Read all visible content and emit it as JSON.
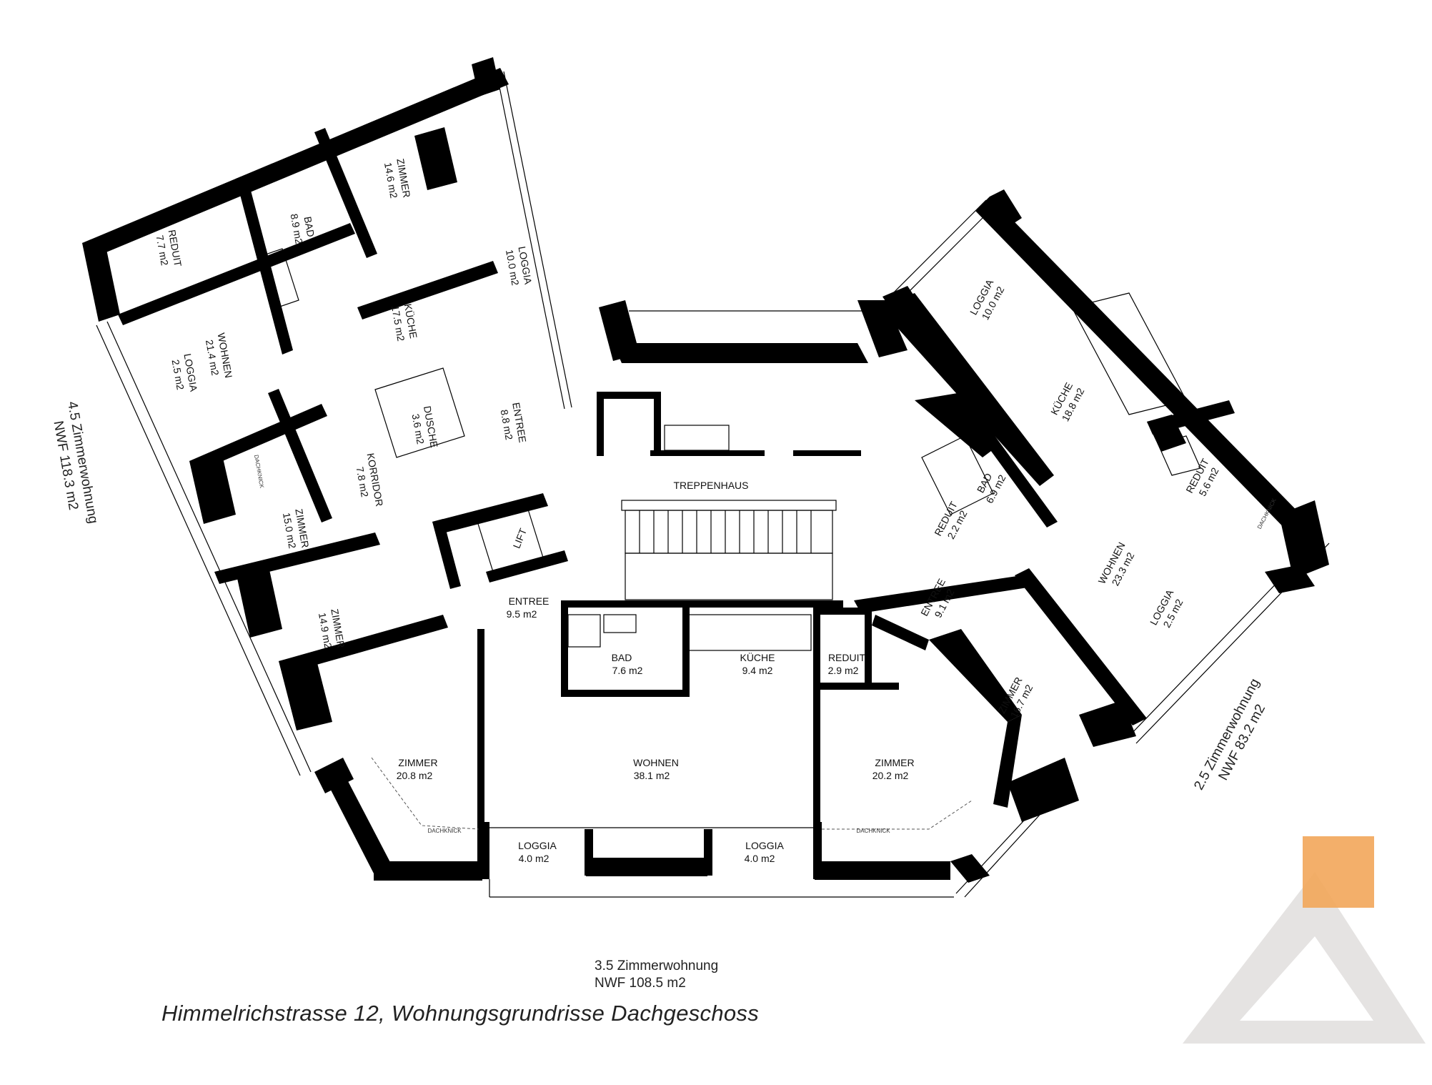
{
  "caption": "Himmelrichstrasse 12, Wohnungsgrundrisse Dachgeschoss",
  "colors": {
    "wall": "#000000",
    "logo_orange": "#F2A65A",
    "logo_grey": "#E5E3E2"
  },
  "units": {
    "left": {
      "name": "4.5 Zimmerwohnung",
      "area": "NWF 118.3 m2"
    },
    "center": {
      "name": "3.5 Zimmerwohnung",
      "area": "NWF 108.5 m2"
    },
    "right": {
      "name": "2.5 Zimmerwohnung",
      "area": "NWF 83.2 m2"
    }
  },
  "rooms": {
    "l_reduit": {
      "name": "REDUIT",
      "area": "7.7 m2"
    },
    "l_bad": {
      "name": "BAD",
      "area": "8.9 m2"
    },
    "l_zimmer1": {
      "name": "ZIMMER",
      "area": "14.6 m2"
    },
    "l_loggia1": {
      "name": "LOGGIA",
      "area": "10.0 m2"
    },
    "l_kueche": {
      "name": "KÜCHE",
      "area": "17.5 m2"
    },
    "l_wohnen": {
      "name": "WOHNEN",
      "area": "21.4 m2"
    },
    "l_loggia2": {
      "name": "LOGGIA",
      "area": "2.5 m2"
    },
    "l_dusche": {
      "name": "DUSCHE",
      "area": "3.6 m2"
    },
    "l_entree": {
      "name": "ENTREE",
      "area": "8.8 m2"
    },
    "l_korridor": {
      "name": "KORRIDOR",
      "area": "7.8 m2"
    },
    "l_zimmer2": {
      "name": "ZIMMER",
      "area": "15.0 m2"
    },
    "l_zimmer3": {
      "name": "ZIMMER",
      "area": "14.9 m2"
    },
    "lift": {
      "name": "LIFT"
    },
    "treppenhaus": {
      "name": "TREPPENHAUS"
    },
    "c_entree": {
      "name": "ENTREE",
      "area": "9.5 m2"
    },
    "c_bad": {
      "name": "BAD",
      "area": "7.6 m2"
    },
    "c_kueche": {
      "name": "KÜCHE",
      "area": "9.4 m2"
    },
    "c_reduit": {
      "name": "REDUIT",
      "area": "2.9 m2"
    },
    "c_zimmer1": {
      "name": "ZIMMER",
      "area": "20.8 m2"
    },
    "c_wohnen": {
      "name": "WOHNEN",
      "area": "38.1 m2"
    },
    "c_zimmer2": {
      "name": "ZIMMER",
      "area": "20.2 m2"
    },
    "c_loggia1": {
      "name": "LOGGIA",
      "area": "4.0 m2"
    },
    "c_loggia2": {
      "name": "LOGGIA",
      "area": "4.0 m2"
    },
    "r_loggia1": {
      "name": "LOGGIA",
      "area": "10.0 m2"
    },
    "r_kueche": {
      "name": "KÜCHE",
      "area": "18.8 m2"
    },
    "r_bad": {
      "name": "BAD",
      "area": "6.9 m2"
    },
    "r_reduit1": {
      "name": "REDUIT",
      "area": "2.2 m2"
    },
    "r_reduit2": {
      "name": "REDUIT",
      "area": "5.6 m2"
    },
    "r_wohnen": {
      "name": "WOHNEN",
      "area": "23.3 m2"
    },
    "r_loggia2": {
      "name": "LOGGIA",
      "area": "2.5 m2"
    },
    "r_entree": {
      "name": "ENTREE",
      "area": "9.1 m2"
    },
    "r_zimmer": {
      "name": "ZIMMER",
      "area": "16.7 m2"
    }
  },
  "dachknick": "DACHKNICK"
}
